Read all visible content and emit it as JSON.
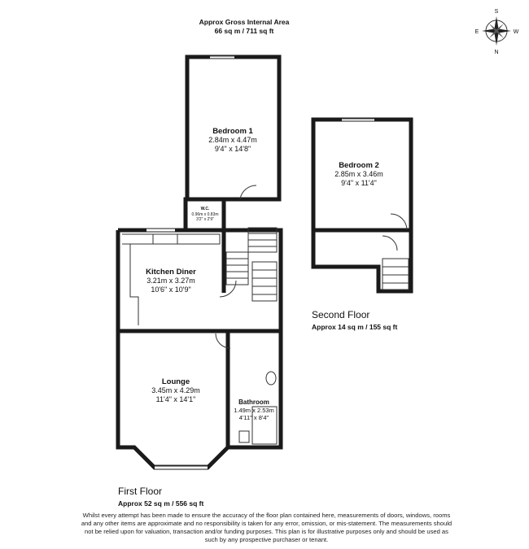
{
  "header": {
    "title": "Approx Gross Internal Area",
    "area": "66 sq m / 711 sq ft"
  },
  "compass": {
    "labels": [
      "S",
      "E",
      "W",
      "N"
    ]
  },
  "rooms": [
    {
      "name": "Bedroom 1",
      "metric": "2.84m x 4.47m",
      "imperial": "9'4\" x 14'8\""
    },
    {
      "name": "W.C.",
      "metric": "0.96m x 0.83m",
      "imperial": "3'2\" x 2'9\""
    },
    {
      "name": "Kitchen Diner",
      "metric": "3.21m x 3.27m",
      "imperial": "10'6\" x 10'9\""
    },
    {
      "name": "Lounge",
      "metric": "3.45m x 4.29m",
      "imperial": "11'4\" x 14'1\""
    },
    {
      "name": "Bathroom",
      "metric": "1.49m x 2.53m",
      "imperial": "4'11\" x 8'4\""
    },
    {
      "name": "Bedroom 2",
      "metric": "2.85m x 3.46m",
      "imperial": "9'4\" x 11'4\""
    }
  ],
  "floors": [
    {
      "name": "First Floor",
      "area": "Approx 52 sq m / 556 sq ft"
    },
    {
      "name": "Second Floor",
      "area": "Approx 14 sq m / 155 sq ft"
    }
  ],
  "disclaimer": "Whilst every attempt has been made to ensure the accuracy of the floor plan contained here, measurements of doors, windows, rooms and any other items are approximate and no responsibility is taken for any error, omission, or mis-statement. The measurements should not be relied upon for valuation, transaction and/or funding purposes. This plan is for illustrative purposes only and should be used as such by any prospective purchaser or tenant."
}
